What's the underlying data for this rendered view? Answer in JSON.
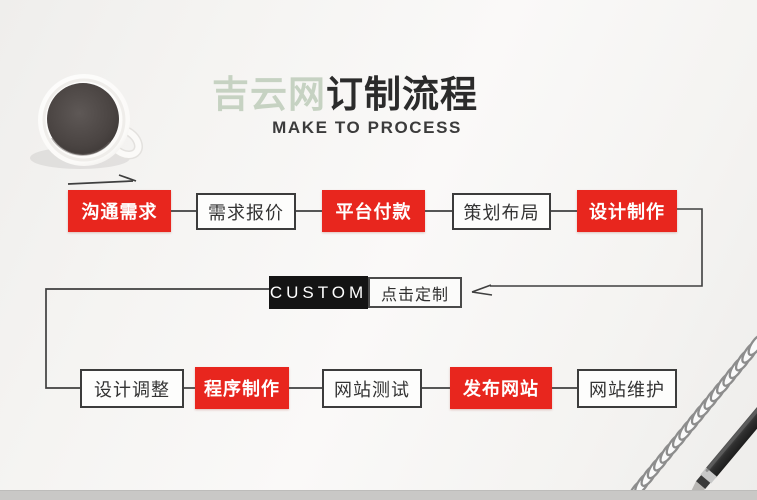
{
  "header": {
    "brand": "吉云网",
    "title": "订制流程",
    "subtitle": "MAKE TO PROCESS"
  },
  "flow": {
    "start_row": [
      {
        "label": "沟通需求",
        "variant": "red"
      },
      {
        "label": "需求报价",
        "variant": "outline"
      },
      {
        "label": "平台付款",
        "variant": "red"
      },
      {
        "label": "策划布局",
        "variant": "outline"
      },
      {
        "label": "设计制作",
        "variant": "red"
      }
    ],
    "center": {
      "badge": "CUSTOM",
      "cta": "点击定制"
    },
    "end_row": [
      {
        "label": "设计调整",
        "variant": "outline"
      },
      {
        "label": "程序制作",
        "variant": "red"
      },
      {
        "label": "网站测试",
        "variant": "outline"
      },
      {
        "label": "发布网站",
        "variant": "red"
      },
      {
        "label": "网站维护",
        "variant": "outline"
      }
    ]
  },
  "colors": {
    "accent_red": "#e8261e",
    "badge_black": "#141414",
    "brand_green": "#c6d2c2",
    "line_dark": "#3f3f3f"
  },
  "decor_icons": [
    "coffee-cup-photo",
    "flow-arrow",
    "spiral-binding",
    "pen"
  ]
}
